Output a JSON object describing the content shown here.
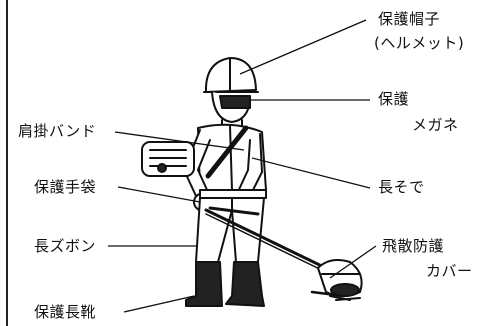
{
  "labels": {
    "helmet_line1": "保護帽子",
    "helmet_line2": "(ヘルメット)",
    "goggles_line1": "保護",
    "goggles_line2": "メガネ",
    "shoulder_band": "肩掛バンド",
    "long_sleeves": "長そで",
    "gloves": "保護手袋",
    "long_pants": "長ズボン",
    "guard_line1": "飛散防護",
    "guard_line2": "カバー",
    "boots": "保護長靴"
  }
}
